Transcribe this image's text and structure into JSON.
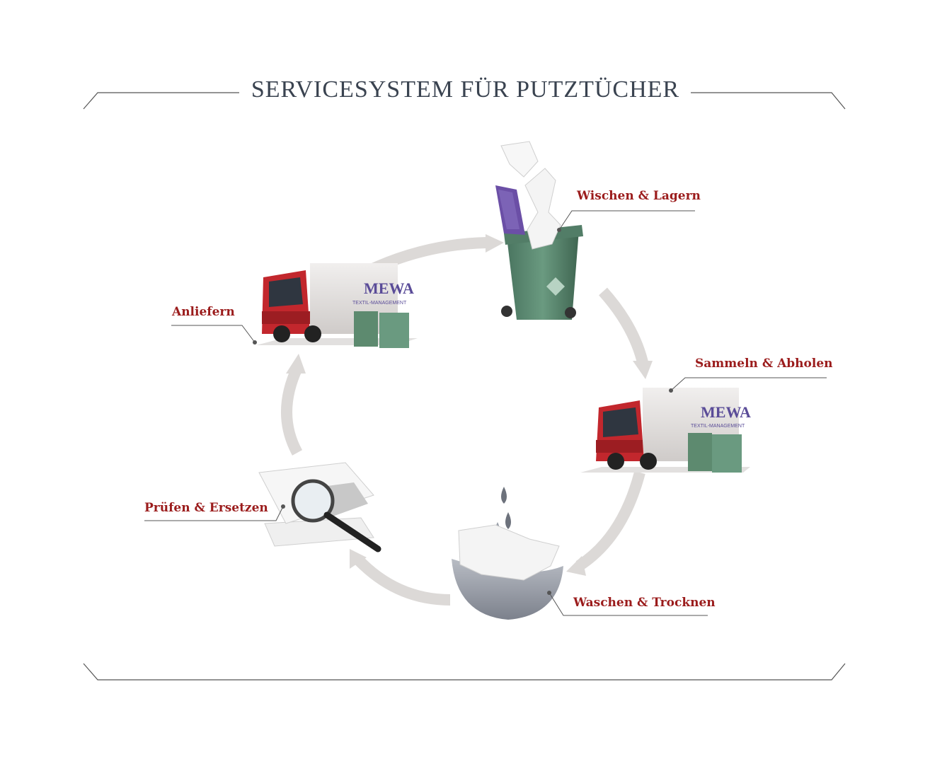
{
  "title": "SERVICESYSTEM FÜR PUTZTÜCHER",
  "steps": [
    {
      "label": "Wischen & Lagern",
      "illustration": "green-bin-with-wipes"
    },
    {
      "label": "Sammeln & Abholen",
      "illustration": "mewa-truck"
    },
    {
      "label": "Waschen & Trocknen",
      "illustration": "wipes-in-water"
    },
    {
      "label": "Prüfen & Ersetzen",
      "illustration": "magnifier-on-wipes"
    },
    {
      "label": "Anliefern",
      "illustration": "mewa-truck"
    }
  ],
  "truck": {
    "brand": "MEWA",
    "subline": "TEXTIL-MANAGEMENT"
  },
  "colors": {
    "label": "#9b1c1c",
    "title": "#3a4350",
    "cycle": "#dcd9d7",
    "frame": "#555555",
    "truck_cab": "#c2272d",
    "bin": "#5d8a6f",
    "bin_lid": "#6b4fa6"
  }
}
